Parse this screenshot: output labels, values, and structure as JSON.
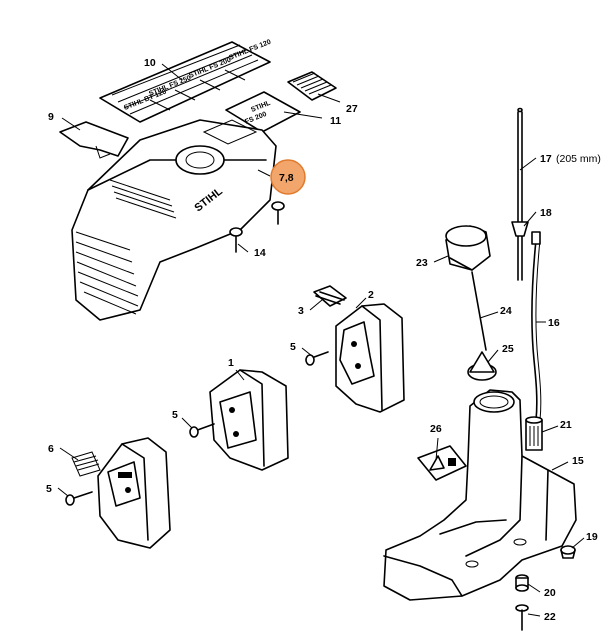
{
  "labels": {
    "p1": "1",
    "p2": "2",
    "p3": "3",
    "p5a": "5",
    "p5b": "5",
    "p5c": "5",
    "p6": "6",
    "p9": "9",
    "p10": "10",
    "p11": "11",
    "p14": "14",
    "p15": "15",
    "p16": "16",
    "p17": "17",
    "p17_note": "(205 mm)",
    "p18": "18",
    "p19": "19",
    "p20": "20",
    "p21": "21",
    "p22": "22",
    "p23": "23",
    "p24": "24",
    "p25": "25",
    "p26": "26",
    "p27": "27",
    "p78": "7,8"
  },
  "highlight_color": "#f2a66b",
  "highlight_stroke": "#e07b2e",
  "icons": [
    "screw-icon",
    "spark-plug-icon",
    "fuel-tank-icon",
    "fuel-cap-icon",
    "fuel-filter-icon",
    "warning-label-icon"
  ]
}
